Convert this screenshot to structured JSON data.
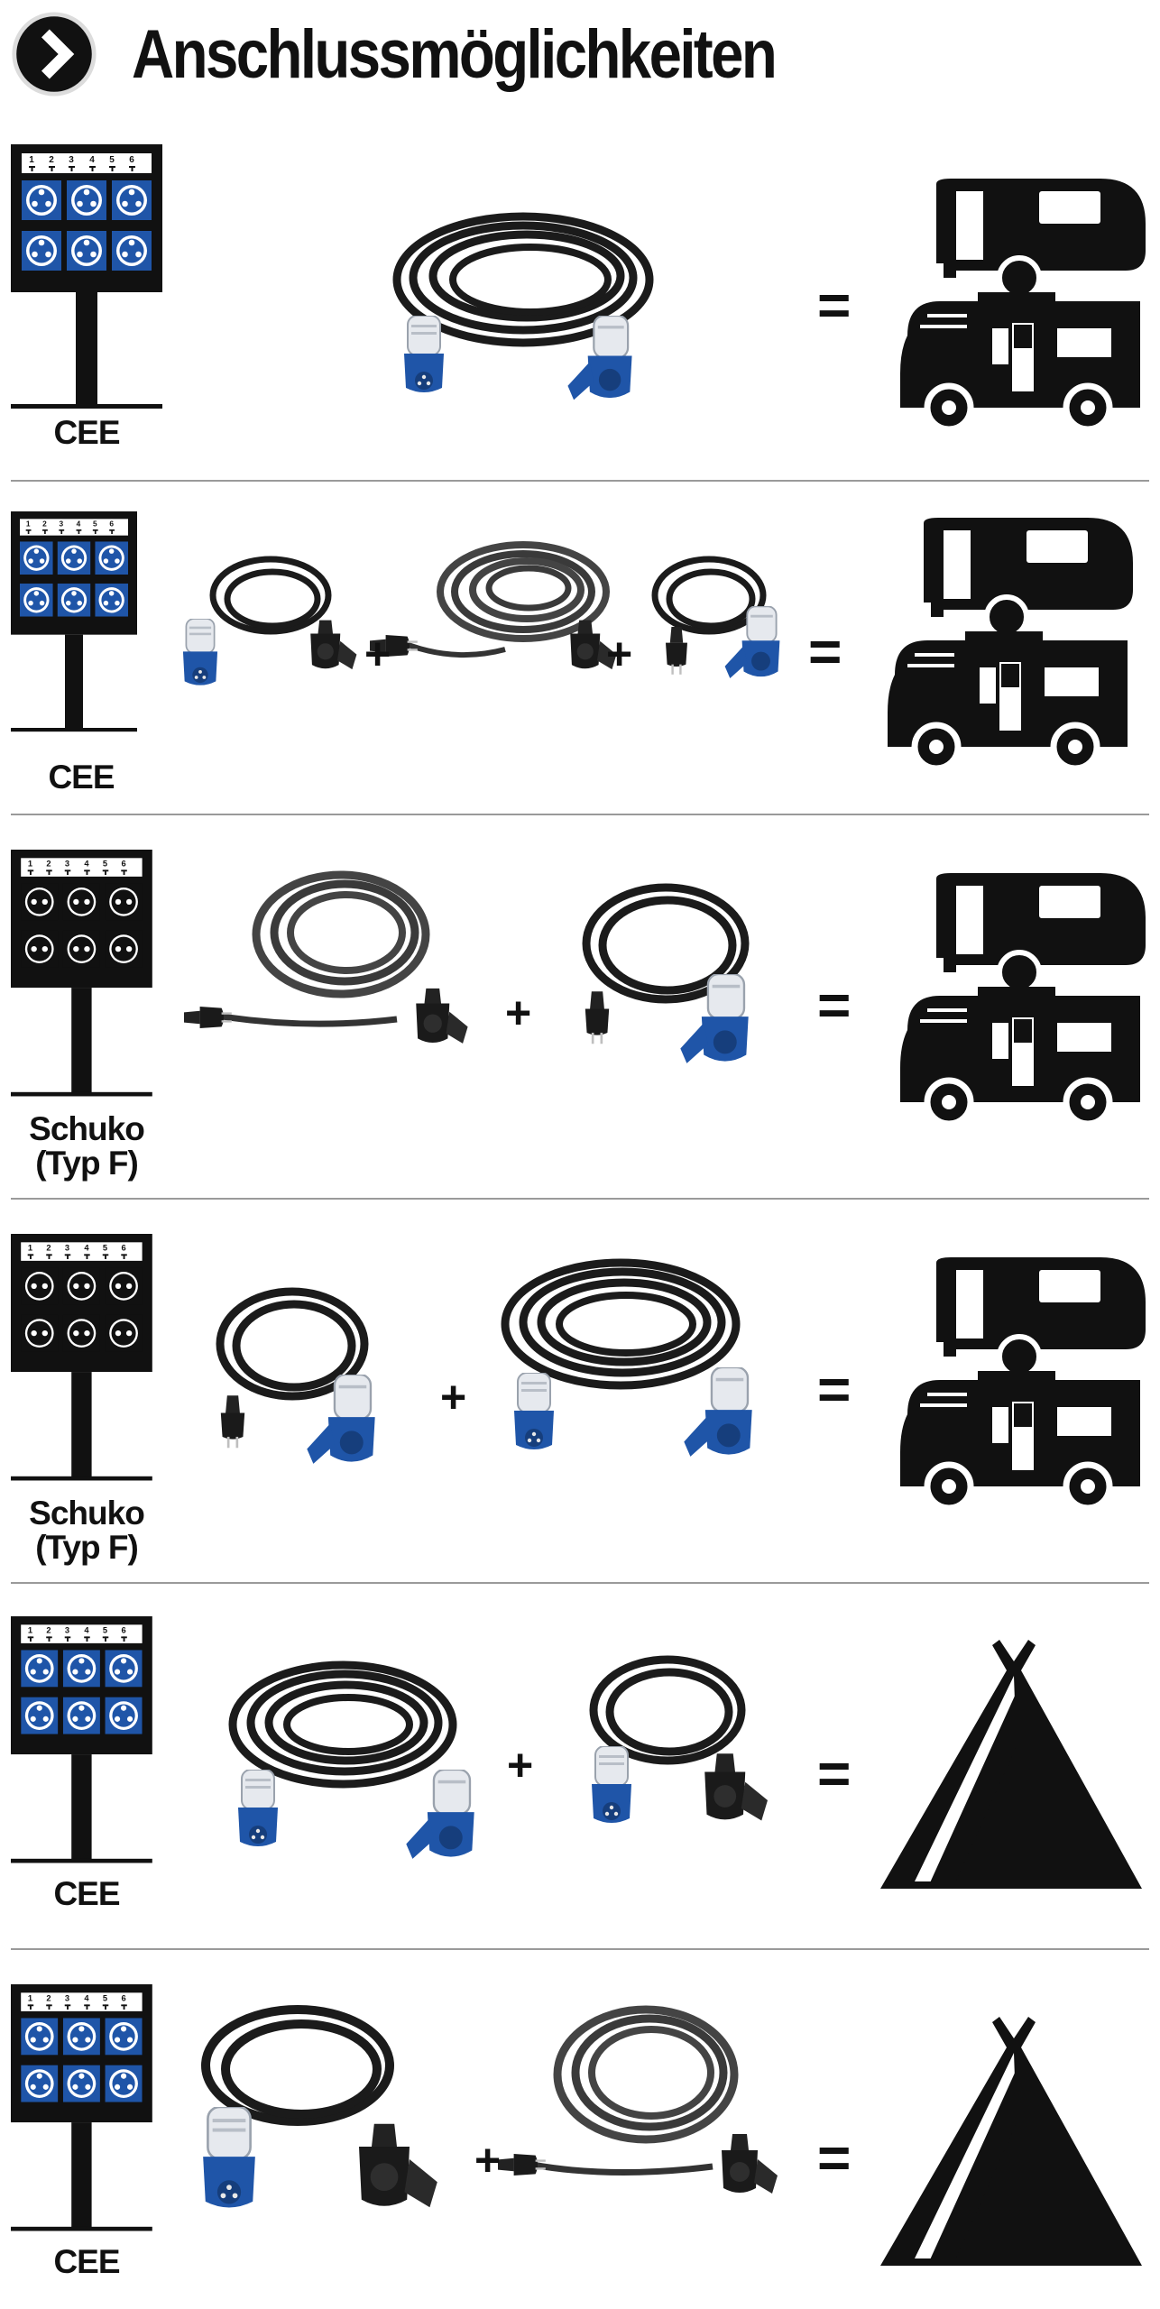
{
  "header": {
    "title": "Anschlussmöglichkeiten",
    "icon": "chevron-right-circle-icon"
  },
  "colors": {
    "cee_blue": "#1f55a8",
    "cable_black": "#1b1b1b",
    "plug_white": "#e6e9ee",
    "ink": "#111111",
    "divider": "#9a9a9a"
  },
  "socket_numbers": [
    "1",
    "2",
    "3",
    "4",
    "5",
    "6"
  ],
  "rows": [
    {
      "panel": "CEE",
      "label": "CEE",
      "parts": [
        "cee-extension-cable"
      ],
      "operators": [
        "="
      ],
      "result": "caravan-and-motorhome-icon"
    },
    {
      "panel": "CEE",
      "label": "CEE",
      "parts": [
        "cee-to-schuko-adapter",
        "schuko-extension-cable",
        "schuko-to-cee-adapter"
      ],
      "operators": [
        "+",
        "+",
        "="
      ],
      "result": "caravan-and-motorhome-icon"
    },
    {
      "panel": "Schuko",
      "label_line1": "Schuko",
      "label_line2": "(Typ F)",
      "parts": [
        "schuko-extension-cable",
        "schuko-to-cee-adapter"
      ],
      "operators": [
        "+",
        "="
      ],
      "result": "caravan-and-motorhome-icon"
    },
    {
      "panel": "Schuko",
      "label_line1": "Schuko",
      "label_line2": "(Typ F)",
      "parts": [
        "schuko-to-cee-adapter",
        "cee-extension-cable"
      ],
      "operators": [
        "+",
        "="
      ],
      "result": "caravan-and-motorhome-icon"
    },
    {
      "panel": "CEE",
      "label": "CEE",
      "parts": [
        "cee-extension-cable",
        "cee-to-schuko-adapter"
      ],
      "operators": [
        "+",
        "="
      ],
      "result": "tent-icon"
    },
    {
      "panel": "CEE",
      "label": "CEE",
      "parts": [
        "cee-to-schuko-adapter",
        "schuko-extension-cable"
      ],
      "operators": [
        "+",
        "="
      ],
      "result": "tent-icon"
    }
  ]
}
